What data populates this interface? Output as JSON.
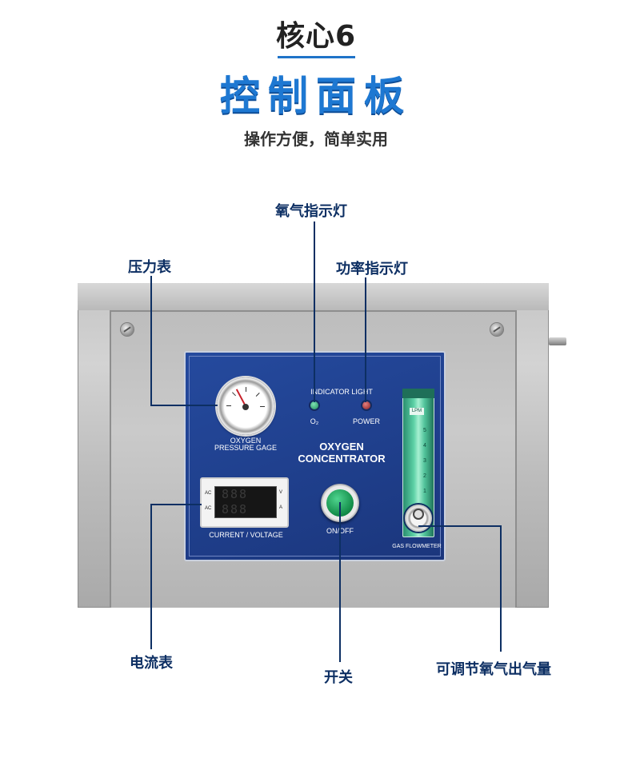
{
  "header": {
    "kicker": "核心6",
    "title": "控制面板",
    "subtitle": "操作方便，简单实用"
  },
  "callouts": {
    "oxygen_light": "氧气指示灯",
    "pressure_gauge": "压力表",
    "power_light": "功率指示灯",
    "ammeter": "电流表",
    "switch": "开关",
    "flow_adjust": "可调节氧气出气量"
  },
  "panel": {
    "gauge_label_1": "OXYGEN",
    "gauge_label_2": "PRESSURE GAGE",
    "indicator_title": "INDICATOR LIGHT",
    "o2_label": "O₂",
    "power_label": "POWER",
    "product_line_1": "OXYGEN",
    "product_line_2": "CONCENTRATOR",
    "meter_row_1_tag": "AC",
    "meter_row_2_tag": "AC",
    "meter_row_1_digits": "888",
    "meter_row_2_digits": "888",
    "meter_row_1_unit": "V",
    "meter_row_2_unit": "A",
    "meter_caption": "CURRENT / VOLTAGE",
    "switch_caption": "ON/OFF",
    "flow_caption": "GAS FLOWMETER",
    "flow_cap_label": "LPM",
    "flow_scale": [
      "5",
      "4",
      "3",
      "2",
      "1"
    ]
  },
  "colors": {
    "accent": "#1e78d2",
    "callout": "#0d2f63",
    "panel_blue": "#1f3f8c",
    "led_o2": "#1e8a58",
    "led_power": "#8a1e1e",
    "switch_green": "#118a46"
  }
}
